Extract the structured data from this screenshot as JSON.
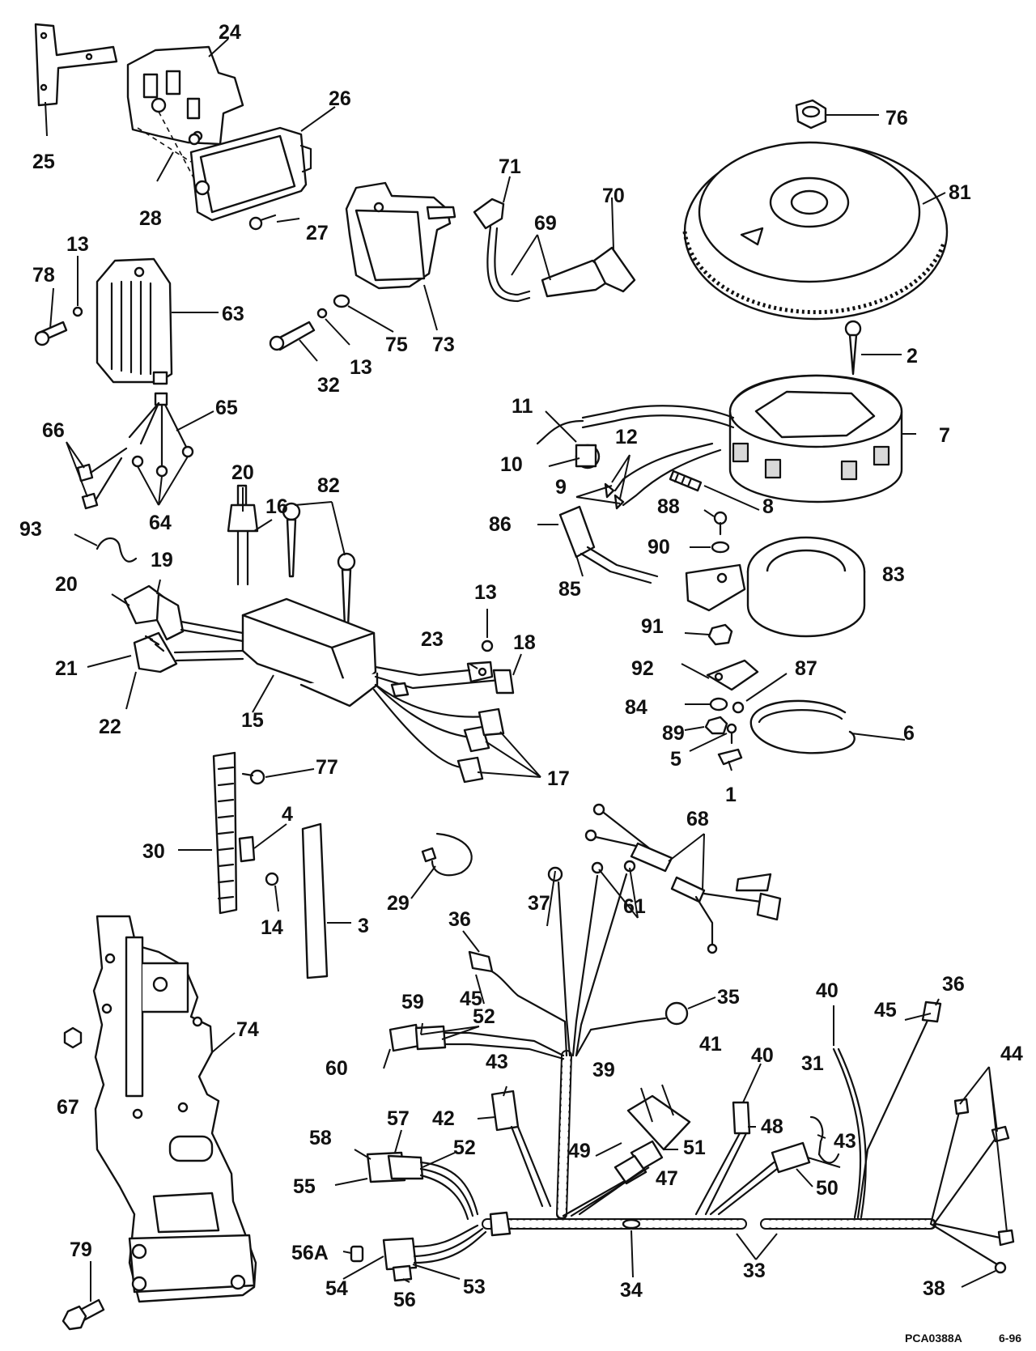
{
  "diagram": {
    "reference_code": "PCA0388A",
    "revision_date": "6-96",
    "callouts": [
      {
        "id": "c24",
        "label": "24"
      },
      {
        "id": "c25",
        "label": "25"
      },
      {
        "id": "c26",
        "label": "26"
      },
      {
        "id": "c28",
        "label": "28"
      },
      {
        "id": "c27",
        "label": "27"
      },
      {
        "id": "c76",
        "label": "76"
      },
      {
        "id": "c71",
        "label": "71"
      },
      {
        "id": "c70",
        "label": "70"
      },
      {
        "id": "c69",
        "label": "69"
      },
      {
        "id": "c81",
        "label": "81"
      },
      {
        "id": "c13a",
        "label": "13"
      },
      {
        "id": "c78",
        "label": "78"
      },
      {
        "id": "c63",
        "label": "63"
      },
      {
        "id": "c73",
        "label": "73"
      },
      {
        "id": "c75",
        "label": "75"
      },
      {
        "id": "c13b",
        "label": "13"
      },
      {
        "id": "c32",
        "label": "32"
      },
      {
        "id": "c2",
        "label": "2"
      },
      {
        "id": "c66",
        "label": "66"
      },
      {
        "id": "c65",
        "label": "65"
      },
      {
        "id": "c64",
        "label": "64"
      },
      {
        "id": "c11",
        "label": "11"
      },
      {
        "id": "c7",
        "label": "7"
      },
      {
        "id": "c10",
        "label": "10"
      },
      {
        "id": "c12",
        "label": "12"
      },
      {
        "id": "c9",
        "label": "9"
      },
      {
        "id": "c20a",
        "label": "20"
      },
      {
        "id": "c16",
        "label": "16"
      },
      {
        "id": "c82",
        "label": "82"
      },
      {
        "id": "c88",
        "label": "88"
      },
      {
        "id": "c8",
        "label": "8"
      },
      {
        "id": "c86",
        "label": "86"
      },
      {
        "id": "c90",
        "label": "90"
      },
      {
        "id": "c93",
        "label": "93"
      },
      {
        "id": "c19",
        "label": "19"
      },
      {
        "id": "c20b",
        "label": "20"
      },
      {
        "id": "c13c",
        "label": "13"
      },
      {
        "id": "c83",
        "label": "83"
      },
      {
        "id": "c85",
        "label": "85"
      },
      {
        "id": "c23",
        "label": "23"
      },
      {
        "id": "c18",
        "label": "18"
      },
      {
        "id": "c91",
        "label": "91"
      },
      {
        "id": "c21",
        "label": "21"
      },
      {
        "id": "c92",
        "label": "92"
      },
      {
        "id": "c87",
        "label": "87"
      },
      {
        "id": "c84",
        "label": "84"
      },
      {
        "id": "c22",
        "label": "22"
      },
      {
        "id": "c15",
        "label": "15"
      },
      {
        "id": "c89",
        "label": "89"
      },
      {
        "id": "c6",
        "label": "6"
      },
      {
        "id": "c5",
        "label": "5"
      },
      {
        "id": "c17",
        "label": "17"
      },
      {
        "id": "c1",
        "label": "1"
      },
      {
        "id": "c77",
        "label": "77"
      },
      {
        "id": "c4",
        "label": "4"
      },
      {
        "id": "c68",
        "label": "68"
      },
      {
        "id": "c30",
        "label": "30"
      },
      {
        "id": "c29",
        "label": "29"
      },
      {
        "id": "c14",
        "label": "14"
      },
      {
        "id": "c3",
        "label": "3"
      },
      {
        "id": "c37",
        "label": "37"
      },
      {
        "id": "c61",
        "label": "61"
      },
      {
        "id": "c36a",
        "label": "36"
      },
      {
        "id": "c74",
        "label": "74"
      },
      {
        "id": "c45a",
        "label": "45"
      },
      {
        "id": "c35",
        "label": "35"
      },
      {
        "id": "c59",
        "label": "59"
      },
      {
        "id": "c52a",
        "label": "52"
      },
      {
        "id": "c40a",
        "label": "40"
      },
      {
        "id": "c45b",
        "label": "45"
      },
      {
        "id": "c36b",
        "label": "36"
      },
      {
        "id": "c60",
        "label": "60"
      },
      {
        "id": "c41",
        "label": "41"
      },
      {
        "id": "c44",
        "label": "44"
      },
      {
        "id": "c43a",
        "label": "43"
      },
      {
        "id": "c39",
        "label": "39"
      },
      {
        "id": "c40b",
        "label": "40"
      },
      {
        "id": "c31",
        "label": "31"
      },
      {
        "id": "c67",
        "label": "67"
      },
      {
        "id": "c42",
        "label": "42"
      },
      {
        "id": "c49",
        "label": "49"
      },
      {
        "id": "c51",
        "label": "51"
      },
      {
        "id": "c48",
        "label": "48"
      },
      {
        "id": "c43b",
        "label": "43"
      },
      {
        "id": "c58",
        "label": "58"
      },
      {
        "id": "c57",
        "label": "57"
      },
      {
        "id": "c52b",
        "label": "52"
      },
      {
        "id": "c55",
        "label": "55"
      },
      {
        "id": "c47",
        "label": "47"
      },
      {
        "id": "c50",
        "label": "50"
      },
      {
        "id": "c56A",
        "label": "56A"
      },
      {
        "id": "c79",
        "label": "79"
      },
      {
        "id": "c34",
        "label": "34"
      },
      {
        "id": "c33",
        "label": "33"
      },
      {
        "id": "c54",
        "label": "54"
      },
      {
        "id": "c53",
        "label": "53"
      },
      {
        "id": "c38",
        "label": "38"
      },
      {
        "id": "c56",
        "label": "56"
      }
    ]
  }
}
